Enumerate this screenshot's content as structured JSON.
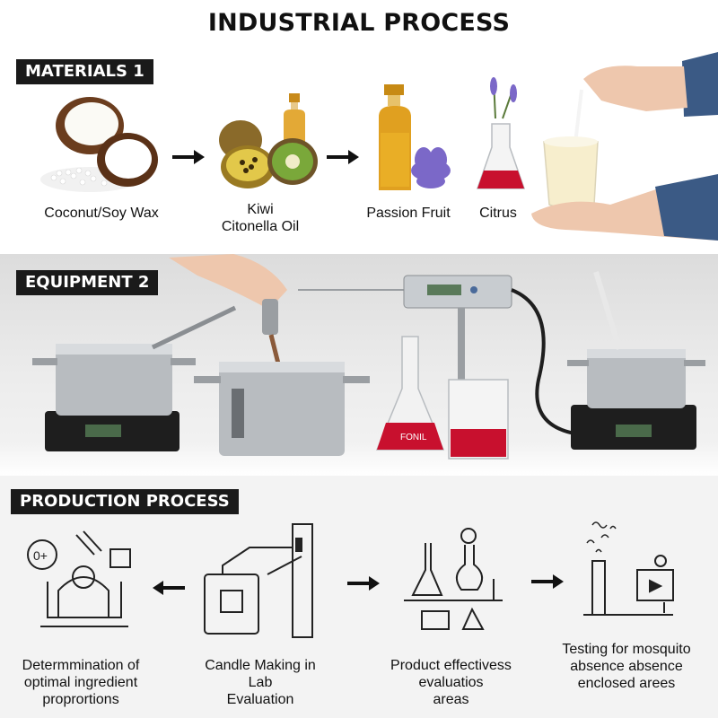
{
  "title": "INDUSTRIAL PROCESS",
  "sections": {
    "materials": {
      "label": "MATERIALS 1",
      "items": [
        {
          "caption": "Coconut/Soy Wax"
        },
        {
          "caption_line1": "Kiwi",
          "caption_line2": "Citonella Oil"
        },
        {
          "caption": "Passion Fruit"
        },
        {
          "caption": "Citrus"
        }
      ]
    },
    "equipment": {
      "label": "EQUIPMENT 2",
      "flask_label": "FONIL"
    },
    "production": {
      "label": "PRODUCTION PROCESS",
      "steps": [
        {
          "line1": "Determmination of",
          "line2": "optimal ingredient",
          "line3": "proprortions"
        },
        {
          "line1": "Candle Making in",
          "line2": "Lab",
          "line3": "Evaluation"
        },
        {
          "line1": "Product effectivess",
          "line2": "evaluatios",
          "line3": "areas"
        },
        {
          "line1": "Testing for mosquito",
          "line2": "absence absence",
          "line3": "enclosed arees"
        }
      ]
    }
  },
  "colors": {
    "label_bg": "#1a1a1a",
    "red_liquid": "#c8102e",
    "oil_amber": "#e0a020",
    "lavender": "#7b68c8",
    "kiwi_green": "#7aa83a",
    "steel": "#b8bcc0"
  }
}
